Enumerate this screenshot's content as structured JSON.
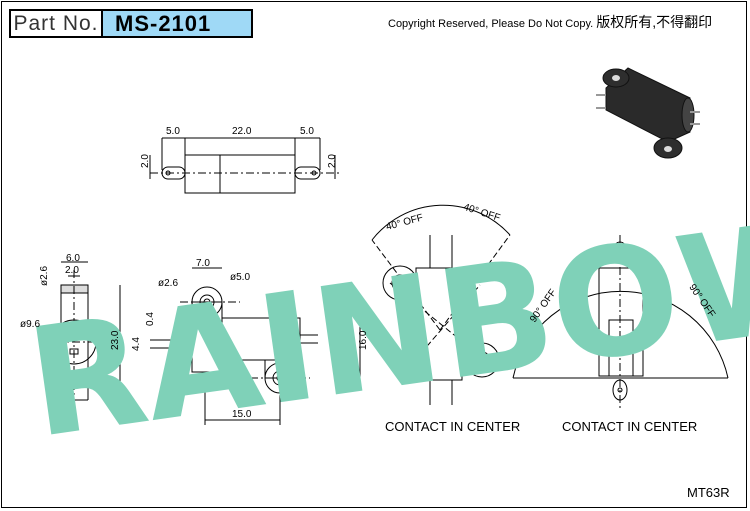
{
  "header": {
    "part_label": "Part No.",
    "part_number": "MS-2101",
    "copyright_en": "Copyright Reserved, Please Do Not Copy.",
    "copyright_cn": "版权所有,不得翻印"
  },
  "watermark": "RAINBOW",
  "dimensions": {
    "top_5a": "5.0",
    "top_22": "22.0",
    "top_5b": "5.0",
    "top_2a": "2.0",
    "top_2b": "2.0",
    "left_6": "6.0",
    "left_2": "2.0",
    "left_phi26": "ø2.6",
    "left_phi96": "ø9.6",
    "left_23": "23.0",
    "mid_7": "7.0",
    "mid_phi26": "ø2.6",
    "mid_phi5": "ø5.0",
    "mid_04": "0.4",
    "mid_44": "4.4",
    "mid_16": "16.0",
    "mid_15": "15.0"
  },
  "angles": {
    "left_40": "40° OFF",
    "right_40": "40° OFF",
    "left_90": "90° OFF",
    "right_90": "90° OFF"
  },
  "captions": {
    "view1": "CONTACT IN CENTER",
    "view2": "CONTACT IN CENTER"
  },
  "model_code": "MT63R"
}
